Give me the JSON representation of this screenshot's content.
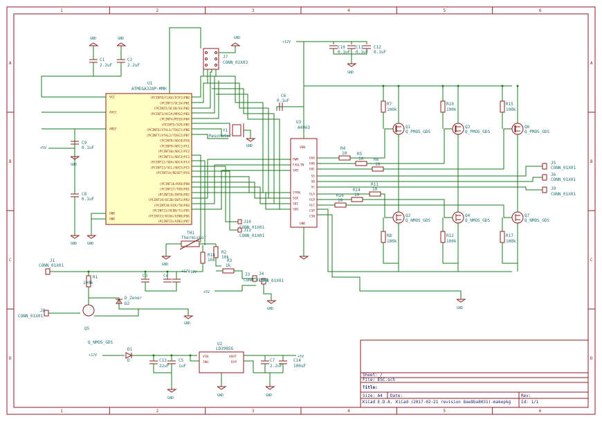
{
  "frame": {
    "columns": [
      "1",
      "2",
      "3",
      "4",
      "5",
      "6"
    ],
    "rows": [
      "A",
      "B",
      "C",
      "D"
    ]
  },
  "title_block": {
    "sheet": "Sheet: /",
    "file": "File: ESC.sch",
    "title": "Title:",
    "size": "Size: A4",
    "date": "Date:",
    "rev": "Rev:",
    "tool": "KiCad E.D.A.",
    "version": "KiCad (2017-02-21 revision 8ae8ba8031)-makepkg",
    "id": "Id: 1/1"
  },
  "u1": {
    "ref": "U1",
    "value": "ATMEGA328P-MMH",
    "left_pins": [
      "VCC",
      "AVCC",
      "AREF",
      "GND",
      "GND"
    ],
    "right_pins": [
      "(PCINT0/CLKO/ICP1)PB0",
      "(PCINT1/OC1A)PB1",
      "(PCINT2/OC1B/SS)PB2",
      "(PCINT3/OC2A/MOSI)PB3",
      "(PCINT4/MISO)PB4",
      "(PCINT5/SCK)PB5",
      "(PCINT6/XTAL1/TOSC1)PB6",
      "(PCINT7/XTAL2/TOSC2)PB7",
      "(PCINT8/ADC0)PC0",
      "(PCINT9/ADC1)PC1",
      "(PCINT10/ADC2)PC2",
      "(PCINT11/ADC3)PC3",
      "(PCINT12/SDA/ADC4)PC4",
      "(PCINT13/SCL/ADC5)PC5",
      "(PCINT14/RESET)PC6",
      "(PCINT16/RXD)PD0",
      "(PCINT17/TXD)PD1",
      "(PCINT18/INT0)PD2",
      "(PCINT19/OC2B/INT1)PD3",
      "(PCINT20/XCK/T0)PD4",
      "(PCINT21/OC0B/T1)PD5",
      "(PCINT22/OC0A/AIN0)PD6",
      "(PCINT23/AIN1)PD7"
    ]
  },
  "u3": {
    "ref": "U3",
    "value": "A4963",
    "left_pins": [
      "PWM",
      "FAULTN",
      "SPD",
      "STRN",
      "SCK",
      "SDI",
      "SDO"
    ],
    "right_pins": [
      "GHA",
      "GHB",
      "GHC",
      "SA",
      "SB",
      "SC",
      "GLA",
      "GLB",
      "GLC",
      "CSP",
      "CSN"
    ],
    "top_pin": "VBB",
    "bottom_pin": "GND"
  },
  "labels": {
    "gnd": "GND",
    "v12": "+12V",
    "v5": "+5V",
    "c1": "C1",
    "c1v": "2.2uF",
    "c2": "C2",
    "c2v": "2.2uF",
    "c9": "C9",
    "c9v": "0.1uF",
    "c8": "C8",
    "c8v": "0.1uF",
    "c6": "C6",
    "c6v": "0.1uF",
    "c10": "C10",
    "c10v": "0.1uF",
    "c11": "C11",
    "c11v": "0.1uF",
    "c12": "C12",
    "c12v": "0.1uF",
    "c3": "C3",
    "c4": "C4",
    "c13": "C13",
    "c13v": "22uF",
    "c5": "C5",
    "c5v": "1uF",
    "c7": "C7",
    "c7v": "2.2uF",
    "c14": "C14",
    "c14v": "100uF",
    "j7": "J7",
    "j7v": "CONN_02X03",
    "y1": "Y1",
    "y1v": "Resonator",
    "j10": "J10",
    "j10v": "CONN_01X01",
    "j11": "J11",
    "j11v": "CONN_01X01",
    "th1": "TH1",
    "th1v": "Thermistor",
    "r2": "R2",
    "r2v": "10k",
    "r3": "R3",
    "r3v": "1k",
    "r18": "R18",
    "r18v": "10k",
    "r1": "R1",
    "r1v": "100k",
    "j3": "J3",
    "j3v": "CONN_01X01",
    "j4": "J4",
    "j4v": "CONN_01X01",
    "j1": "J1",
    "j1v": "CONN_01X01",
    "j8": "J8",
    "j8v": "CONN_01X01",
    "j5": "J5",
    "j5v": "CONN_01X01",
    "j6": "J6",
    "j6v": "CONN_01X01",
    "j9": "J9",
    "j9v": "CONN_01X01",
    "q5": "Q5",
    "q5v": "Q_NMOS_GDS",
    "d2": "D2",
    "d2v": "D_Zener",
    "d1": "D1",
    "d1v": "D",
    "u2": "U2",
    "u2v": "LD3985G",
    "u2_in": "VIN",
    "u2_inh": "INH",
    "u2_out": "VOUT",
    "u2_byp": "BYP",
    "r4": "R4",
    "r4v": "10",
    "r5": "R5",
    "r5v": "10",
    "r6": "R6",
    "r6v": "10",
    "r11": "R11",
    "r11v": "10",
    "r14": "R14",
    "r14v": "10",
    "r16": "R16",
    "r16v": "10",
    "r7": "R7",
    "r7v": "100k",
    "r10": "R10",
    "r10v": "100k",
    "r15": "R15",
    "r15v": "100k",
    "r8": "R8",
    "r8v": "100k",
    "r12": "R12",
    "r12v": "100k",
    "r17": "R17",
    "r17v": "100k",
    "q1": "Q1",
    "q1v": "Q_PMOS_GDS",
    "q3": "Q3",
    "q3v": "Q_PMOS_GDS",
    "q6": "Q6",
    "q6v": "Q_PMOS_GDS",
    "q2": "Q2",
    "q2v": "Q_NMOS_GDS",
    "q4": "Q4",
    "q4v": "Q_NMOS_GDS",
    "q7": "Q7",
    "q7v": "Q_NMOS_GDS"
  }
}
